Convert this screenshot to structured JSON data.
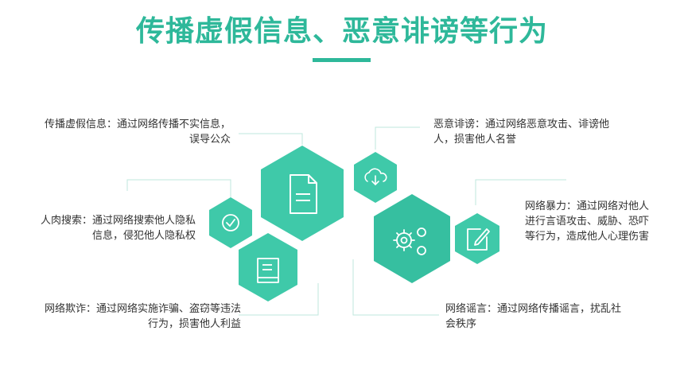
{
  "title": "传播虚假信息、恶意诽谤等行为",
  "colors": {
    "accent": "#2eb89a",
    "hex_light": "#3fc9a9",
    "hex_mid": "#36bfa0",
    "line": "#bfe7dd"
  },
  "items": [
    {
      "name": "传播虚假信息",
      "desc": "传播虚假信息：通过网络传播不实信息，误导公众",
      "icon": "document-icon"
    },
    {
      "name": "恶意诽谤",
      "desc": "恶意诽谤：通过网络恶意攻击、诽谤他人，损害他人名誉",
      "icon": "cloud-download-icon"
    },
    {
      "name": "人肉搜索",
      "desc": "人肉搜索：通过网络搜索他人隐私信息，侵犯他人隐私权",
      "icon": "check-circle-icon"
    },
    {
      "name": "网络暴力",
      "desc": "网络暴力：通过网络对他人进行言语攻击、威胁、恐吓等行为，造成他人心理伤害",
      "icon": "edit-icon"
    },
    {
      "name": "网络欺诈",
      "desc": "网络欺诈：通过网络实施诈骗、盗窃等违法行为，损害他人利益",
      "icon": "book-icon"
    },
    {
      "name": "网络谣言",
      "desc": "网络谣言：通过网络传播谣言，扰乱社会秩序",
      "icon": "gears-icon"
    }
  ]
}
